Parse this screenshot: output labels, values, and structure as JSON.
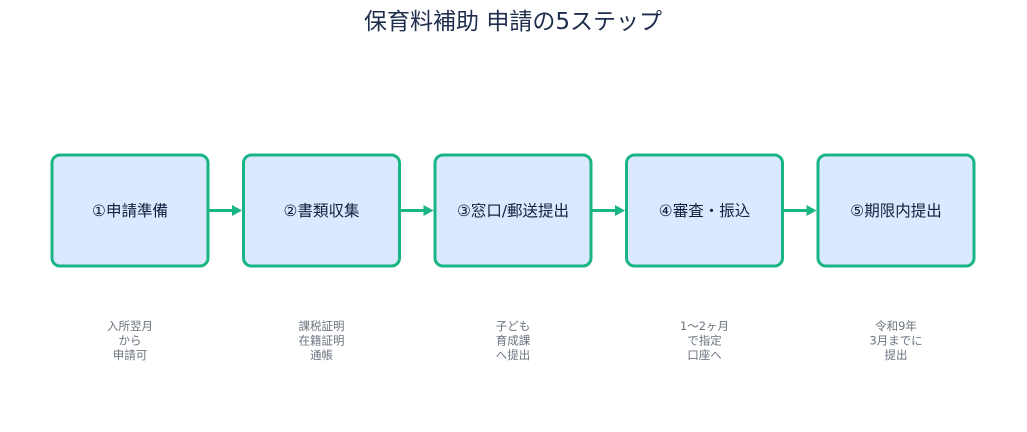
{
  "diagram": {
    "title": "保育料補助 申請の5ステップ",
    "steps": [
      {
        "label": "①申請準備",
        "note": [
          "入所翌月",
          "から",
          "申請可"
        ]
      },
      {
        "label": "②書類収集",
        "note": [
          "課税証明",
          "在籍証明",
          "通帳"
        ]
      },
      {
        "label": "③窓口/郵送提出",
        "note": [
          "子ども",
          "育成課",
          "へ提出"
        ]
      },
      {
        "label": "④審査・振込",
        "note": [
          "1〜2ヶ月",
          "で指定",
          "口座へ"
        ]
      },
      {
        "label": "⑤期限内提出",
        "note": [
          "令和9年",
          "3月までに",
          "提出"
        ]
      }
    ],
    "colors": {
      "box_fill": "#dbe9fe",
      "box_border": "#19b584",
      "arrow": "#19b584",
      "title": "#1f2d4d",
      "label": "#0f1f3d",
      "note": "#6b7480"
    }
  }
}
